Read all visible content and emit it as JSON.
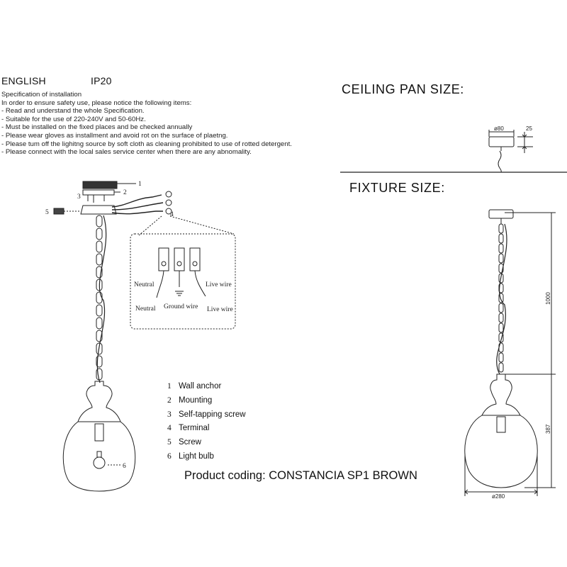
{
  "header": {
    "language": "ENGLISH",
    "rating": "IP20"
  },
  "spec": {
    "title": "Specification of installation",
    "lines": [
      "In order to ensure safety use, please notice the following items:",
      "- Read and understand the whole Specification.",
      "- Suitable for the use of 220-240V and 50-60Hz.",
      "- Must be installed on the fixed places and be checked annually",
      "- Please wear gloves as installment and avoid rot on the surface of plaetng.",
      "- Please tum off the lighitng source by soft cloth as cleaning prohibited to use of rotted detergent.",
      "- Please connect with the local sales service center when there are any abnomality."
    ]
  },
  "ceiling": {
    "title": "CEILING PAN SIZE:",
    "diameter": "ø80",
    "height": "25"
  },
  "fixture": {
    "title": "FIXTURE SIZE:",
    "chain_length": "1000",
    "body_height": "387",
    "diameter": "ø280"
  },
  "callouts": [
    "1",
    "2",
    "3",
    "4",
    "5",
    "6"
  ],
  "wiring": {
    "neutral_top": "Neutral",
    "live_top": "Live wire",
    "neutral_bottom": "Neutral",
    "ground": "Ground wire",
    "live_bottom": "Live wire"
  },
  "legend": [
    {
      "num": "1",
      "label": "Wall anchor"
    },
    {
      "num": "2",
      "label": "Mounting"
    },
    {
      "num": "3",
      "label": "Self-tapping screw"
    },
    {
      "num": "4",
      "label": "Terminal"
    },
    {
      "num": "5",
      "label": "Screw"
    },
    {
      "num": "6",
      "label": "Light bulb"
    }
  ],
  "product": {
    "coding": "Product coding: CONSTANCIA SP1 BROWN"
  }
}
